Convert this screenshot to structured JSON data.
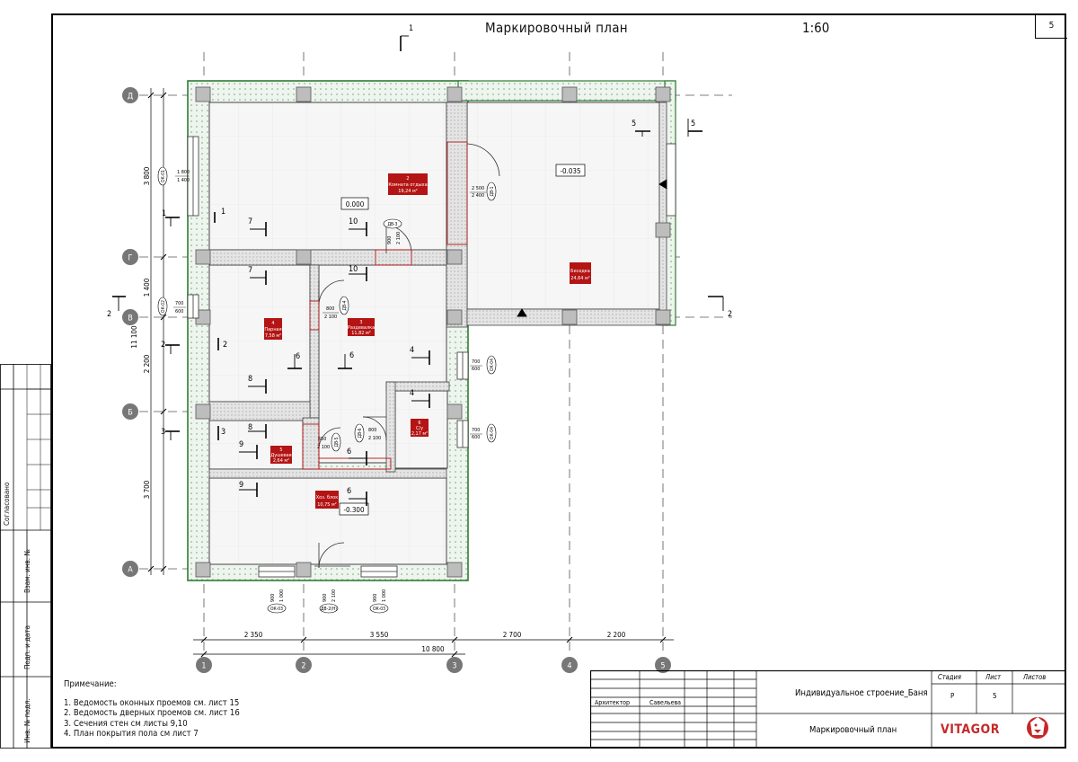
{
  "sheet": {
    "title": "Маркировочный план",
    "scale": "1:60",
    "number": "5"
  },
  "axes": {
    "vertical": [
      "1",
      "2",
      "3",
      "4",
      "5"
    ],
    "horizontal": [
      "Д",
      "Г",
      "В",
      "Б",
      "А"
    ]
  },
  "dimensions": {
    "bottom": [
      "2 350",
      "3 550",
      "2 700",
      "2 200"
    ],
    "bottom_total": "10 800",
    "left": [
      "3 800",
      "1 400",
      "2 200",
      "3 700"
    ],
    "left_total": "11 100"
  },
  "rooms": [
    {
      "num": "2",
      "name": "Комната отдыха",
      "area": "19,24 м²"
    },
    {
      "num": "",
      "name": "Беседка",
      "area": "24,64 м²"
    },
    {
      "num": "4",
      "name": "Парная",
      "area": "7,58 м²"
    },
    {
      "num": "3",
      "name": "Раздевалка",
      "area": "11,82 м²"
    },
    {
      "num": "5",
      "name": "Душевая",
      "area": "2,64 м²"
    },
    {
      "num": "6",
      "name": "С/у",
      "area": "2,17 м²"
    },
    {
      "num": "",
      "name": "Хоз. блок",
      "area": "10,75 м²"
    }
  ],
  "levels": {
    "main": "0.000",
    "terrace": "-0.035",
    "storage": "-0.300"
  },
  "marks": {
    "window_ok01": "ОК-01",
    "window_ok02": "ОК-02",
    "window_ok03": "ОК-03",
    "window_ok04": "ОК-04",
    "door_dv1": "ДВ-1",
    "door_dv2": "ДВ-2(Н)",
    "door_dv3": "ДВ-3",
    "door_dv4": "ДВ-4",
    "door_dv5": "ДВ-5",
    "door_dv6": "ДВ-6"
  },
  "opening_sizes": {
    "ok01": [
      "1 800",
      "1 400"
    ],
    "ok02": [
      "700",
      "600"
    ],
    "ok04a": [
      "700",
      "600"
    ],
    "ok04b": [
      "700",
      "600"
    ],
    "ok03a": [
      "900",
      "1 000"
    ],
    "ok03b": [
      "900",
      "1 000"
    ],
    "dv2": [
      "900",
      "2 100"
    ],
    "dv1": [
      "2 500",
      "2 400"
    ],
    "dv3": [
      "900",
      "2 100"
    ],
    "dv4": [
      "800",
      "2 100"
    ],
    "dv5": [
      "650",
      "2 100"
    ],
    "dv6": [
      "800",
      "2 100"
    ]
  },
  "sections": [
    "1",
    "2",
    "3",
    "4",
    "5",
    "6",
    "7",
    "8",
    "9",
    "10"
  ],
  "notes": {
    "heading": "Примечание:",
    "items": [
      "1. Ведомость оконных проемов см. лист 15",
      "2. Ведомость дверных проемов см. лист 16",
      "3. Сечения стен см листы 9,10",
      "4. План покрытия пола см лист 7"
    ]
  },
  "stamp": {
    "project": "Индивидуальное строение_Баня",
    "sheet_name": "Маркировочный план",
    "stage_h": "Стадия",
    "sheet_h": "Лист",
    "sheets_h": "Листов",
    "stage": "Р",
    "sheet": "5",
    "role": "Архитектор",
    "person": "Савельева",
    "brand": "VITAGOR"
  },
  "side_stamp": {
    "agreed": "Согласовано",
    "inv_swap": "Взам. инв. №",
    "sign_date": "Подп. и дата",
    "inv_orig": "Инв. № подл."
  },
  "colors": {
    "room_tag": "#b41414",
    "insulation": "#2e7d32",
    "grid": "#666666"
  }
}
